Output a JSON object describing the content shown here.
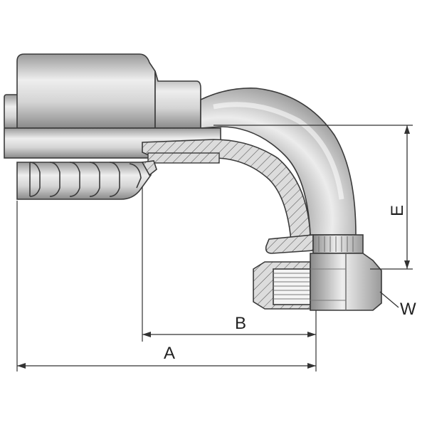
{
  "diagram": {
    "labels": {
      "A": "A",
      "B": "B",
      "E": "E",
      "W": "W"
    },
    "colors": {
      "metal_light": "#e6e6e6",
      "metal_mid": "#bfbfbf",
      "metal_dark": "#8f8f8f",
      "section_fill": "#d9d9d9",
      "outline": "#3a3a3a",
      "background": "#ffffff"
    }
  }
}
